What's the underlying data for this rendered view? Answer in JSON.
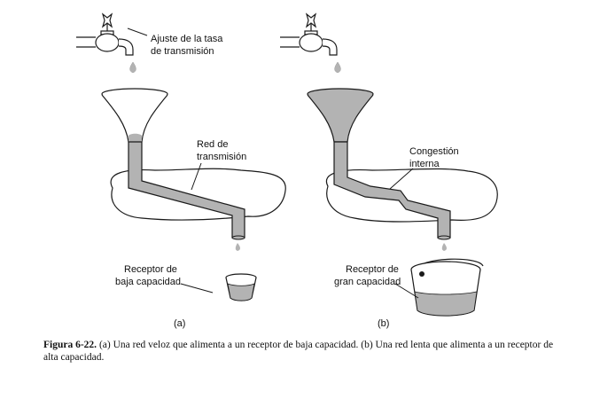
{
  "panel_a": {
    "label_faucet_line1": "Ajuste de la tasa",
    "label_faucet_line2": "de transmisión",
    "label_net_line1": "Red de",
    "label_net_line2": "transmisión",
    "label_receiver_line1": "Receptor de",
    "label_receiver_line2": "baja capacidad",
    "tag": "(a)"
  },
  "panel_b": {
    "label_congestion_line1": "Congestión",
    "label_congestion_line2": "interna",
    "label_receiver_line1": "Receptor de",
    "label_receiver_line2": "gran capacidad",
    "tag": "(b)"
  },
  "caption": {
    "figure_label": "Figura 6-22.",
    "text": "(a) Una red veloz que alimenta a un receptor de baja capacidad. (b) Una red lenta que alimenta a un receptor de alta capacidad."
  },
  "colors": {
    "fill_gray": "#b3b3b3",
    "stroke": "#1a1a1a"
  }
}
